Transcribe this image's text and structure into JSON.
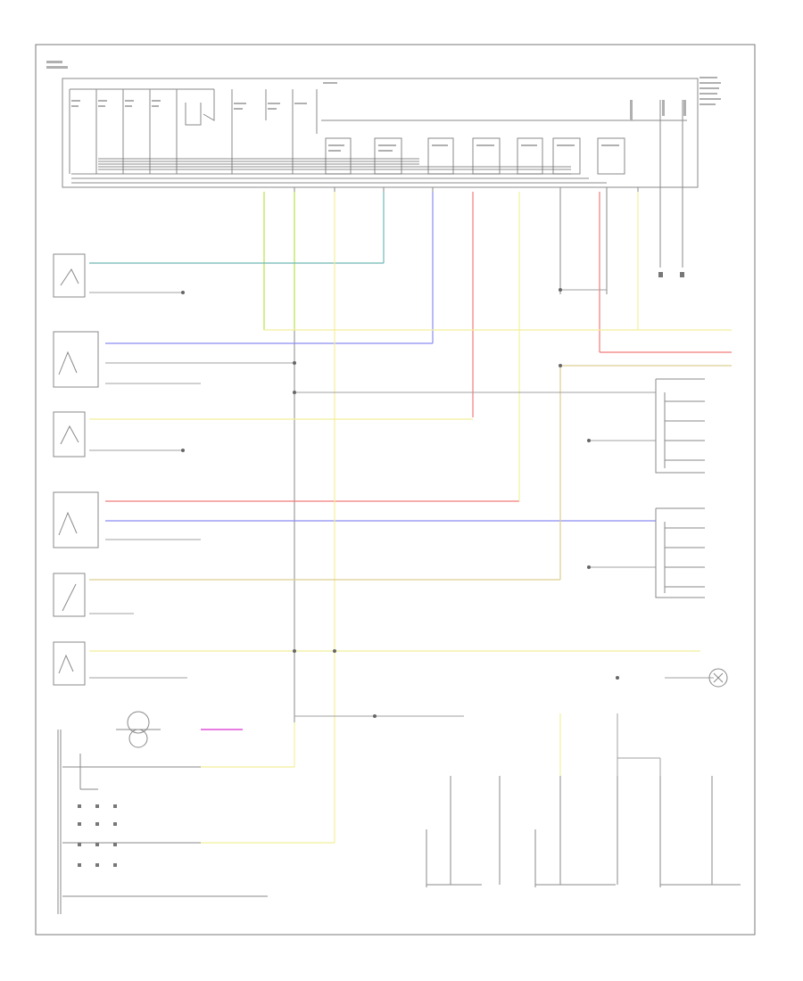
{
  "page": {
    "number": ""
  },
  "colors": {
    "frame": "#7a7a7a",
    "line": "#8a8a8a",
    "box": "#9a9a9a",
    "dark": "#555555",
    "green": "#b8e34a",
    "yellow": "#f2ef9a",
    "blue": "#8a8cf2",
    "red": "#f27a7a",
    "teal": "#6fb7b3",
    "magenta": "#e050d8",
    "pink": "#ef9bb0",
    "olive": "#d9cf8f",
    "gray": "#c4c4c4"
  },
  "components": [
    {
      "id": "fuse-block"
    },
    {
      "id": "left-turn-lamp-frame"
    },
    {
      "id": "left-front-park-lamp"
    },
    {
      "id": "combination-lamp-left"
    },
    {
      "id": "right-front-park-lamp"
    },
    {
      "id": "hazard-switch"
    },
    {
      "id": "left-front-side-lamp"
    },
    {
      "id": "horn-assembly"
    },
    {
      "id": "rear-combination-lamp-block"
    },
    {
      "id": "left-front-turn-lamp-connector"
    },
    {
      "id": "right-front-turn-lamp-connector"
    },
    {
      "id": "right-front-side-lamp"
    },
    {
      "id": "left-center-high-mount-lamp"
    },
    {
      "id": "center-stop-lamp"
    },
    {
      "id": "right-center-high-mount-lamp"
    },
    {
      "id": "trailer-connector"
    }
  ],
  "wires": [
    {
      "id": "wire-green-vertical",
      "color": "green"
    },
    {
      "id": "wire-teal-horizontal",
      "color": "teal"
    },
    {
      "id": "wire-blue-upper",
      "color": "blue"
    },
    {
      "id": "wire-blue-lower",
      "color": "blue"
    },
    {
      "id": "wire-red-upper",
      "color": "red"
    },
    {
      "id": "wire-red-lower",
      "color": "red"
    },
    {
      "id": "wire-yellow-main",
      "color": "yellow"
    },
    {
      "id": "wire-yellow-long",
      "color": "yellow"
    },
    {
      "id": "wire-magenta-horn",
      "color": "magenta"
    },
    {
      "id": "wire-olive",
      "color": "olive"
    }
  ]
}
